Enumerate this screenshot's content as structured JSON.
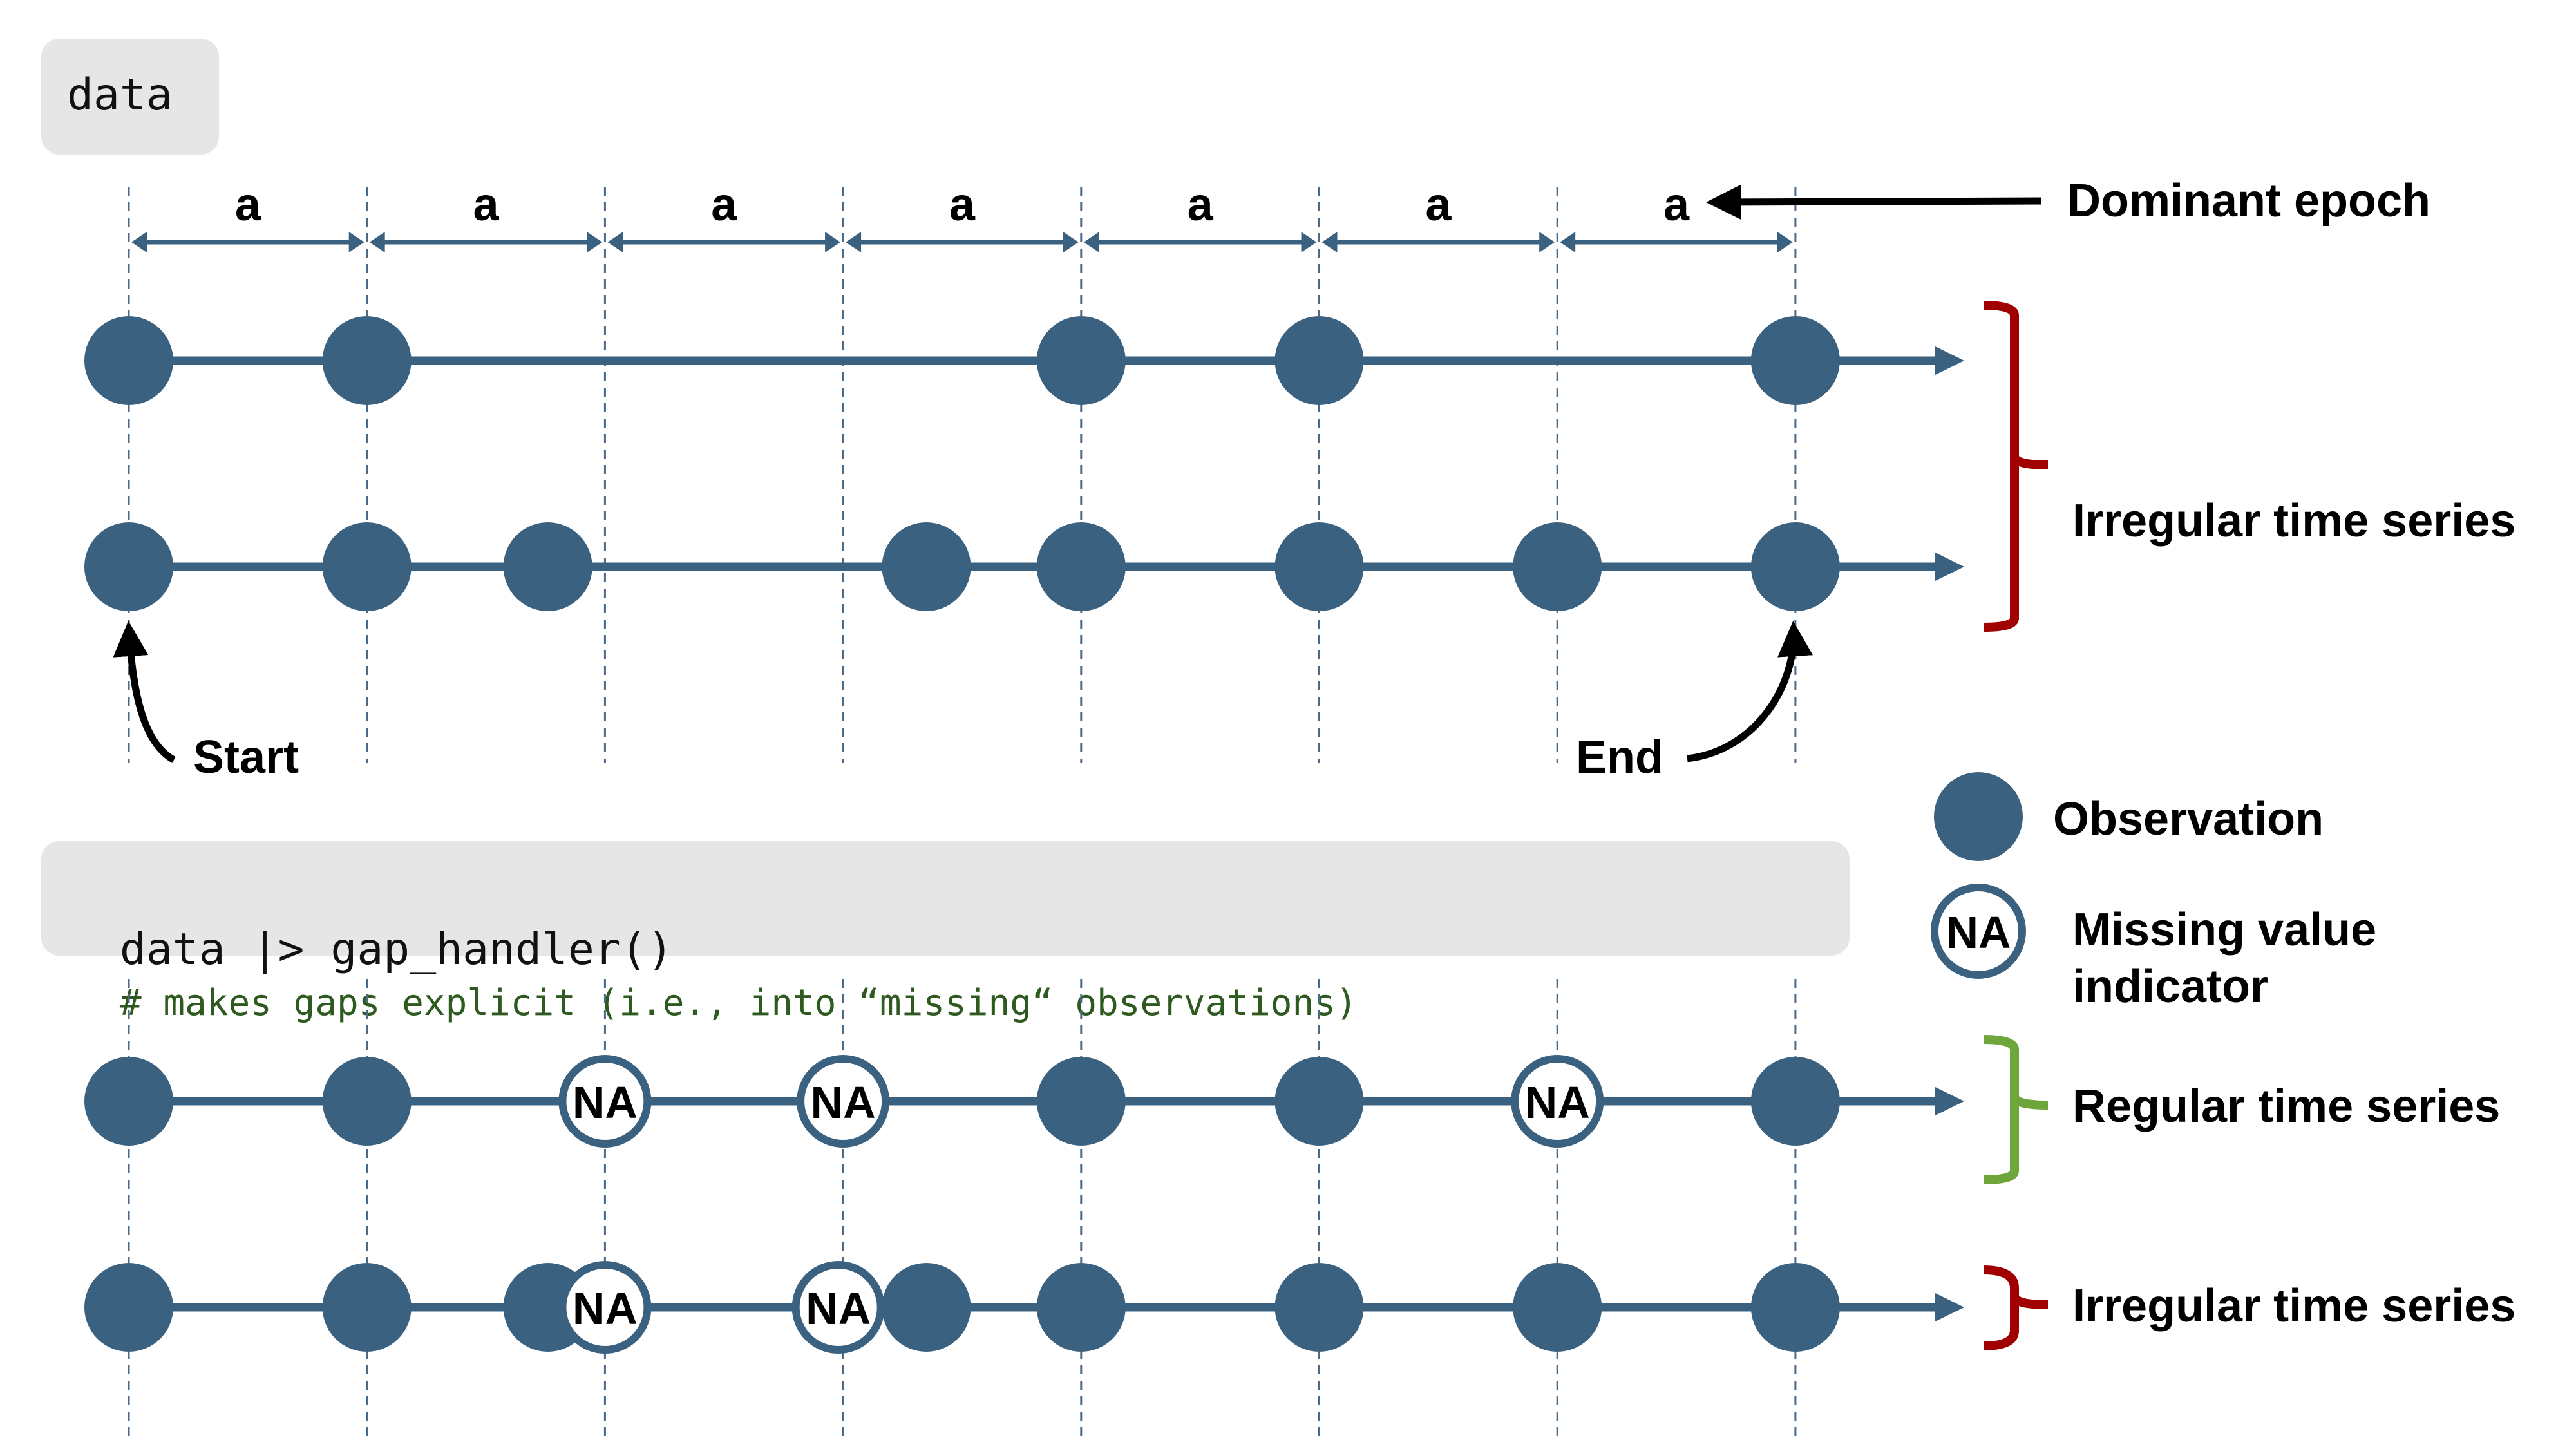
{
  "code": {
    "top_snippet": "data",
    "bottom_snippet": "data |> gap_handler()",
    "bottom_comment": "# makes gaps explicit (i.e., into “missing“ observations)"
  },
  "epoch": {
    "segment_label": "a",
    "segment_count": 7,
    "annotation": "Dominant epoch"
  },
  "annotations": {
    "start": "Start",
    "end": "End"
  },
  "legend": {
    "observation": "Observation",
    "missing_symbol": "NA",
    "missing_line1": "Missing value",
    "missing_line2": "indicator"
  },
  "group_labels": {
    "top": "Irregular time series",
    "regular": "Regular time series",
    "bottom_irregular": "Irregular time series"
  },
  "colors": {
    "series": "#3b6180",
    "grid": "#4a6a8a",
    "code_bg": "#e6e6e6",
    "comment": "#2f5a1f",
    "brace_irregular": "#a00000",
    "brace_regular": "#6fa63b"
  },
  "chart_data": {
    "type": "timeline",
    "grid_ticks": [
      0,
      1,
      2,
      3,
      4,
      5,
      6,
      7
    ],
    "rows": [
      {
        "name": "raw-irregular-1",
        "points": [
          {
            "t": 0,
            "kind": "obs"
          },
          {
            "t": 1,
            "kind": "obs"
          },
          {
            "t": 4,
            "kind": "obs"
          },
          {
            "t": 5,
            "kind": "obs"
          },
          {
            "t": 7,
            "kind": "obs"
          }
        ]
      },
      {
        "name": "raw-irregular-2",
        "points": [
          {
            "t": 0,
            "kind": "obs"
          },
          {
            "t": 1,
            "kind": "obs"
          },
          {
            "t": 1.76,
            "kind": "obs"
          },
          {
            "t": 3.35,
            "kind": "obs"
          },
          {
            "t": 4,
            "kind": "obs"
          },
          {
            "t": 5,
            "kind": "obs"
          },
          {
            "t": 6,
            "kind": "obs"
          },
          {
            "t": 7,
            "kind": "obs"
          }
        ]
      },
      {
        "name": "handled-regular",
        "points": [
          {
            "t": 0,
            "kind": "obs"
          },
          {
            "t": 1,
            "kind": "obs"
          },
          {
            "t": 2,
            "kind": "na"
          },
          {
            "t": 3,
            "kind": "na"
          },
          {
            "t": 4,
            "kind": "obs"
          },
          {
            "t": 5,
            "kind": "obs"
          },
          {
            "t": 6,
            "kind": "na"
          },
          {
            "t": 7,
            "kind": "obs"
          }
        ]
      },
      {
        "name": "handled-irregular",
        "points": [
          {
            "t": 0,
            "kind": "obs"
          },
          {
            "t": 1,
            "kind": "obs"
          },
          {
            "t": 1.76,
            "kind": "obs"
          },
          {
            "t": 2,
            "kind": "na"
          },
          {
            "t": 2.98,
            "kind": "na"
          },
          {
            "t": 3.35,
            "kind": "obs"
          },
          {
            "t": 4,
            "kind": "obs"
          },
          {
            "t": 5,
            "kind": "obs"
          },
          {
            "t": 6,
            "kind": "obs"
          },
          {
            "t": 7,
            "kind": "obs"
          }
        ]
      }
    ]
  }
}
